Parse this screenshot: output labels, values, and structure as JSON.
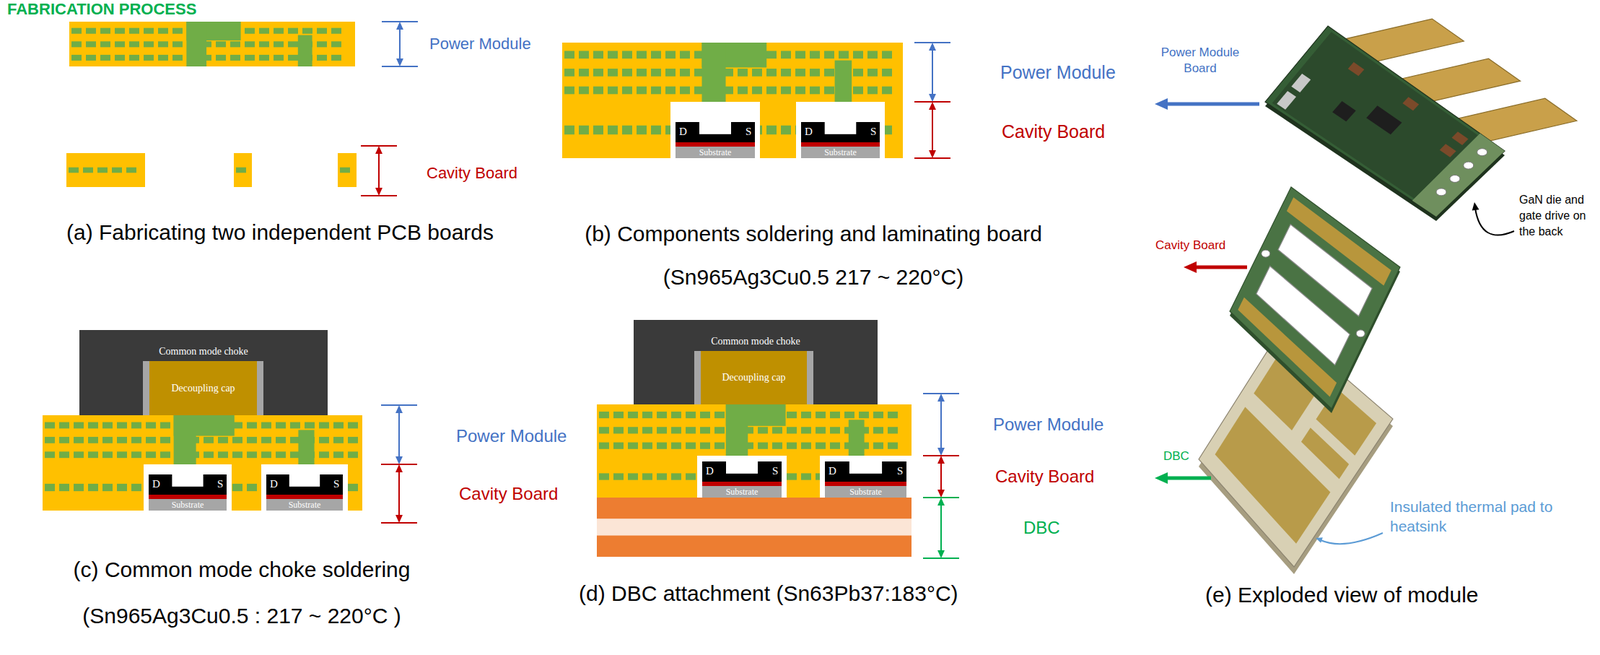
{
  "diagram": {
    "title": "FABRICATION PROCESS",
    "nodes": [
      {
        "text": [
          "Substrate"
        ]
      },
      {
        "text": [
          "Substrate"
        ]
      },
      {
        "text": [
          "Common mode choke"
        ]
      },
      {
        "text": [
          "Decoupling cap"
        ],
        "in": 2
      },
      {
        "text": [
          "Substrate"
        ]
      },
      {
        "text": [
          "Substrate"
        ]
      },
      {
        "text": [
          "Common mode choke"
        ]
      },
      {
        "text": [
          "Decoupling cap"
        ],
        "in": 6
      },
      {
        "text": [
          "Substrate"
        ]
      },
      {
        "text": [
          "Substrate"
        ]
      }
    ],
    "labels": [
      "Power Module",
      "Cavity Board",
      "(a) Fabricating two independent PCB boards",
      "Power Module",
      "Cavity Board",
      "D",
      "S",
      "D",
      "S",
      "(b) Components soldering and laminating board (Sn965Ag3Cu0.5 217 ~ 220°C)",
      "Power Module Board",
      "GaN die and gate drive on the back",
      "Cavity Board",
      "DBC",
      "Insulated thermal pad to heatsink",
      "D",
      "S",
      "D",
      "S",
      "Power Module",
      "Cavity Board",
      "(c) Common mode choke soldering (Sn965Ag3Cu0.5 : 217 ~ 220°C )",
      "D",
      "S",
      "D",
      "S",
      "Power Module",
      "Cavity Board",
      "DBC",
      "(d) DBC attachment (Sn63Pb37:183°C)",
      "(e) Exploded view of module"
    ]
  }
}
